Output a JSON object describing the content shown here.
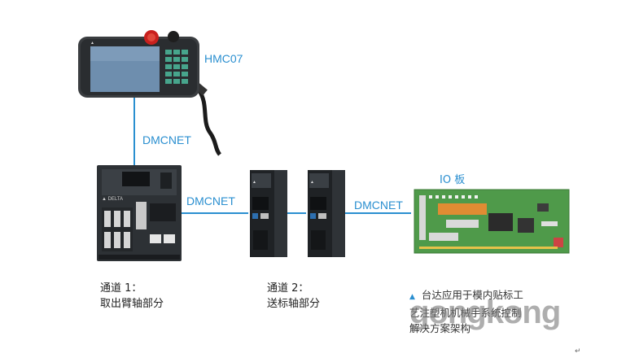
{
  "labels": {
    "hmc": "HMC07",
    "link_vertical": "DMCNET",
    "link_left": "DMCNET",
    "link_right": "DMCNET",
    "io_board": "IO 板"
  },
  "captions": {
    "ch1_line1": "通道 1：",
    "ch1_line2": "取出臂轴部分",
    "ch2_line1": "通道 2：",
    "ch2_line2": "送标轴部分"
  },
  "note": {
    "marker": "▲",
    "lines": [
      "台达应用于模内贴标工",
      "艺注塑机机械手系统控制",
      "解决方案架构"
    ]
  },
  "watermark": "gongkong",
  "paragraph_mark": "↵",
  "colors": {
    "link": "#2a8fd0",
    "device": "#2c3034",
    "screen": "#6f8fb0",
    "pcb": "#4f9a4a"
  }
}
